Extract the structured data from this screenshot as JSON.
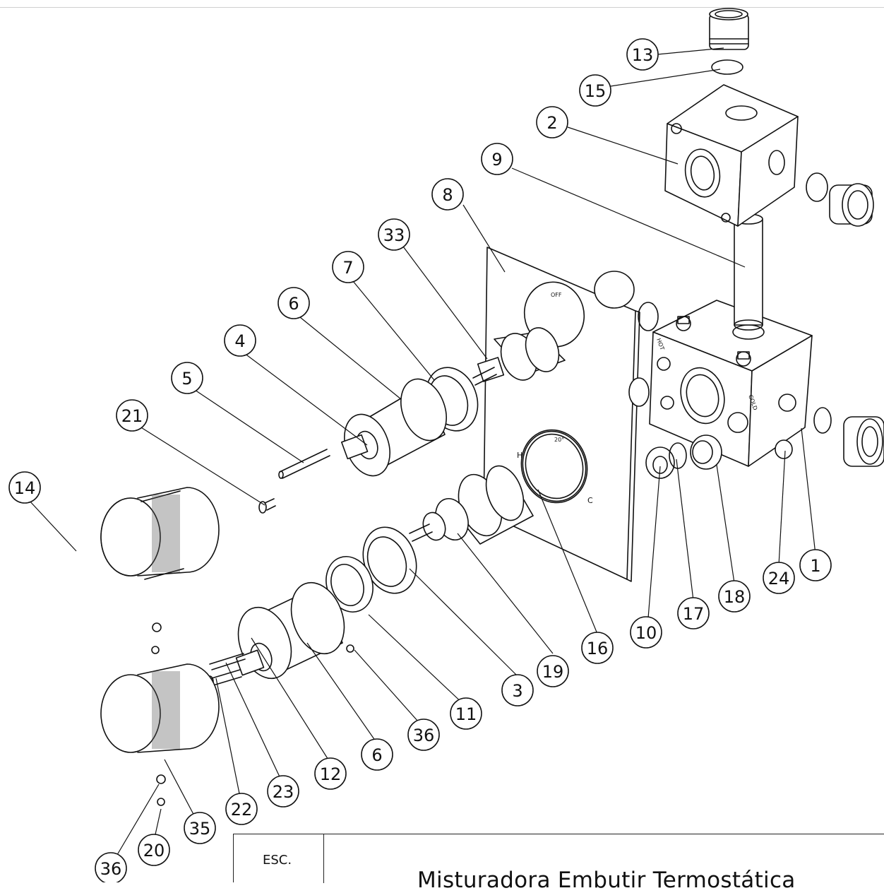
{
  "diagram": {
    "parts": [
      "1",
      "2",
      "3",
      "4",
      "5",
      "6",
      "7",
      "8",
      "9",
      "10",
      "11",
      "12",
      "13",
      "14",
      "15",
      "16",
      "17",
      "18",
      "19",
      "20",
      "21",
      "22",
      "23",
      "24",
      "33",
      "35",
      "36"
    ]
  },
  "title_block": {
    "scale_label": "ESC.",
    "title": "Misturadora Embutir Termostática"
  }
}
